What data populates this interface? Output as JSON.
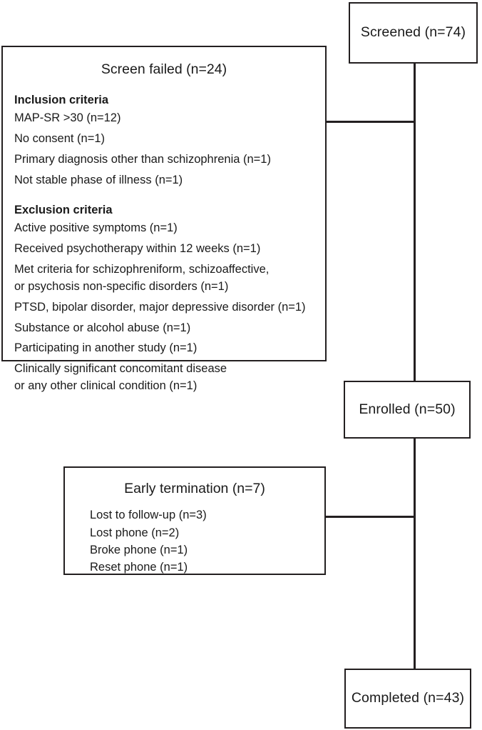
{
  "diagram": {
    "title": "Participant flow diagram",
    "type": "flowchart",
    "colors": {
      "border": "#231f20",
      "background": "#ffffff",
      "text": "#1a1a1a"
    }
  },
  "nodes": {
    "screened": {
      "label": "Screened (n=74)",
      "stage": "screened",
      "n": 74
    },
    "screen_failed": {
      "heading": "Screen failed (n=24)",
      "n": 24,
      "groups": [
        {
          "label": "Inclusion criteria",
          "items": [
            "MAP-SR >30 (n=12)",
            "No consent (n=1)",
            "Primary diagnosis other than schizophrenia (n=1)",
            "Not stable phase of illness (n=1)"
          ]
        },
        {
          "label": "Exclusion criteria",
          "items": [
            "Active positive symptoms (n=1)",
            "Received psychotherapy within 12 weeks (n=1)",
            "Met criteria for schizophreniform, schizoaffective,\nor psychosis non-specific disorders (n=1)",
            "PTSD, bipolar disorder, major depressive disorder (n=1)",
            "Substance or alcohol abuse (n=1)",
            "Participating in another study (n=1)",
            "Clinically significant concomitant disease\nor any other clinical condition (n=1)"
          ]
        }
      ]
    },
    "enrolled": {
      "label": "Enrolled (n=50)",
      "stage": "enrolled",
      "n": 50
    },
    "early_termination": {
      "heading": "Early termination (n=7)",
      "n": 7,
      "items": [
        "Lost to follow-up (n=3)",
        "Lost phone (n=2)",
        "Broke phone (n=1)",
        "Reset phone (n=1)"
      ]
    },
    "completed": {
      "label": "Completed (n=43)",
      "stage": "completed",
      "n": 43
    }
  }
}
